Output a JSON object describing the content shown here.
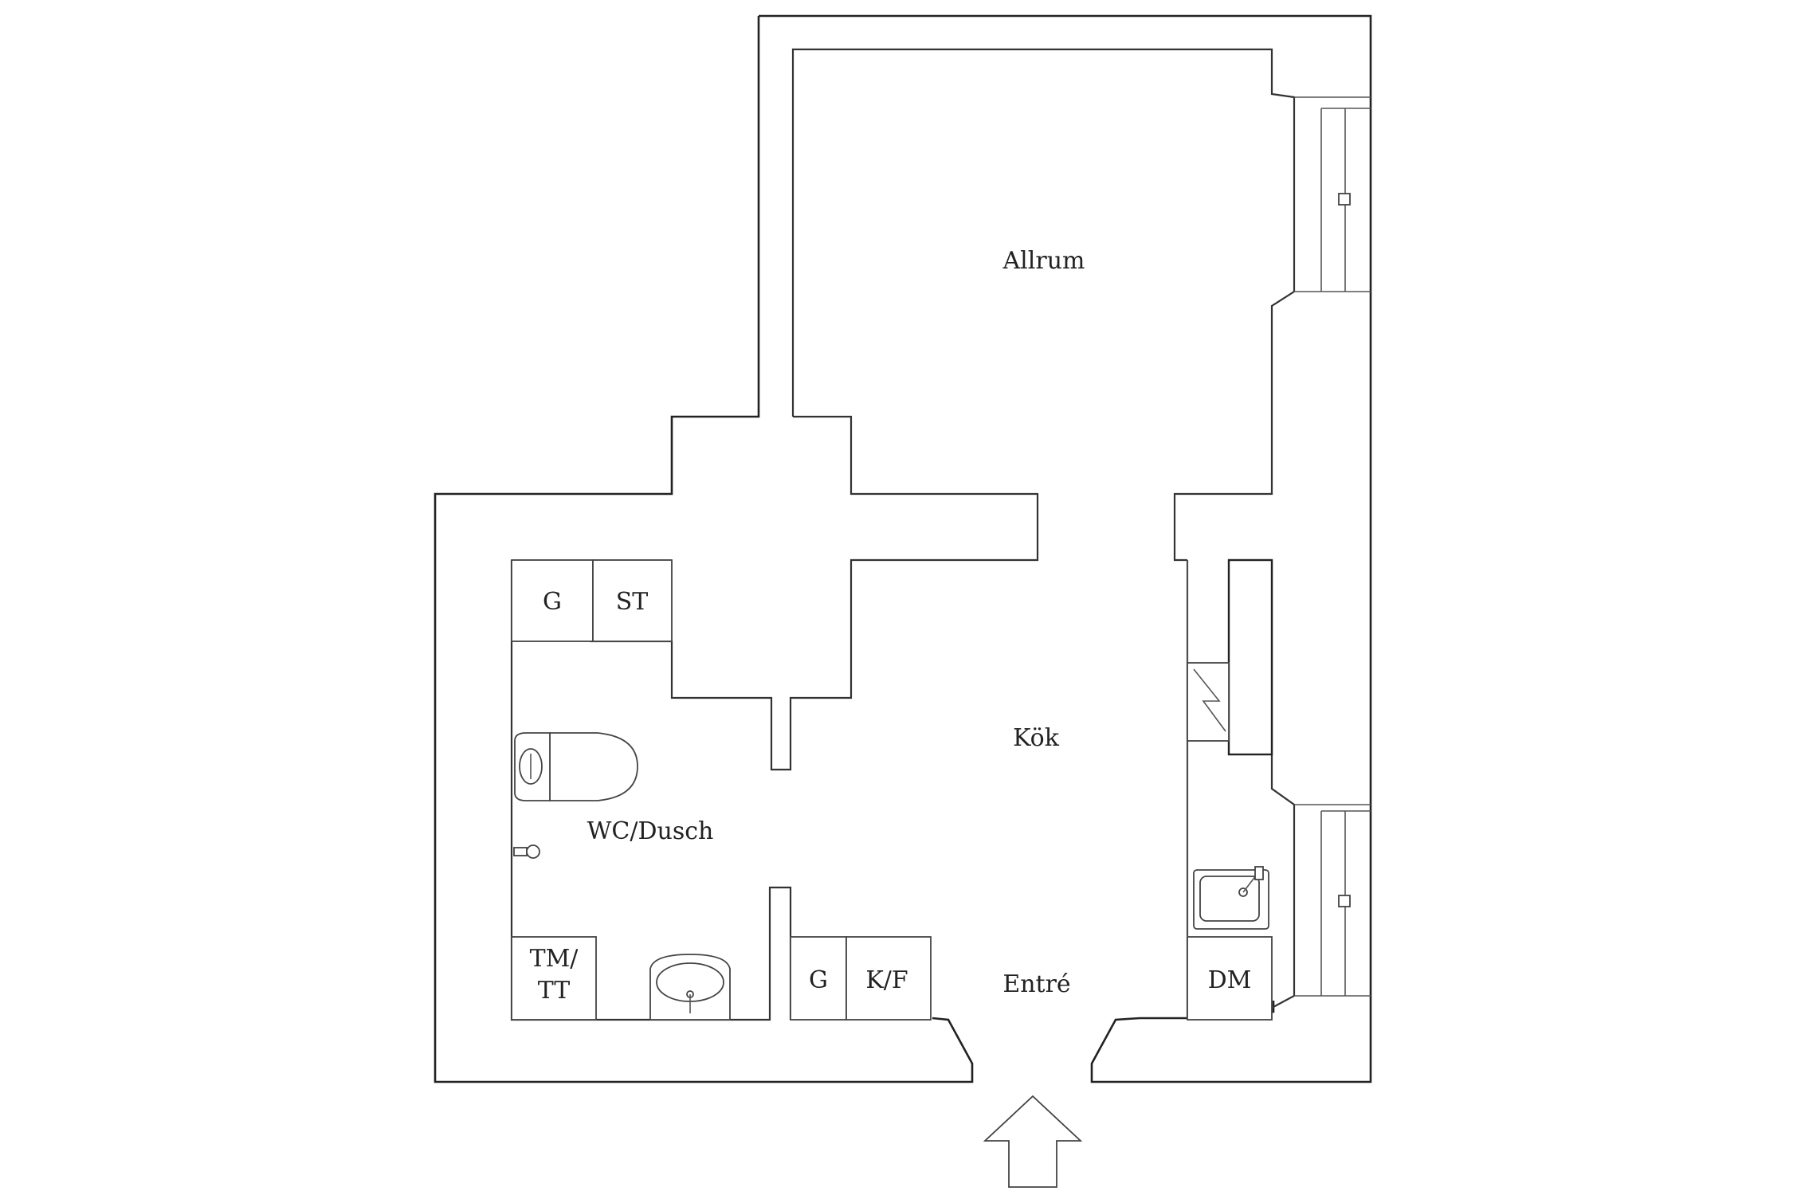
{
  "rooms": {
    "allrum": "Allrum",
    "kok": "Kök",
    "wc_dusch": "WC/Dusch",
    "entre": "Entré"
  },
  "storage": {
    "g_bath": "G",
    "st": "ST",
    "tm_line1": "TM/",
    "tm_line2": "TT",
    "g_hall": "G",
    "kf": "K/F",
    "dm": "DM"
  },
  "icons": [
    "toilet-icon",
    "shower-valve-icon",
    "washbasin-icon",
    "kitchen-sink-icon",
    "stove-hood-icon",
    "window-icon",
    "entrance-arrow-icon"
  ],
  "colors": {
    "line": "#333333",
    "background": "#ffffff"
  }
}
